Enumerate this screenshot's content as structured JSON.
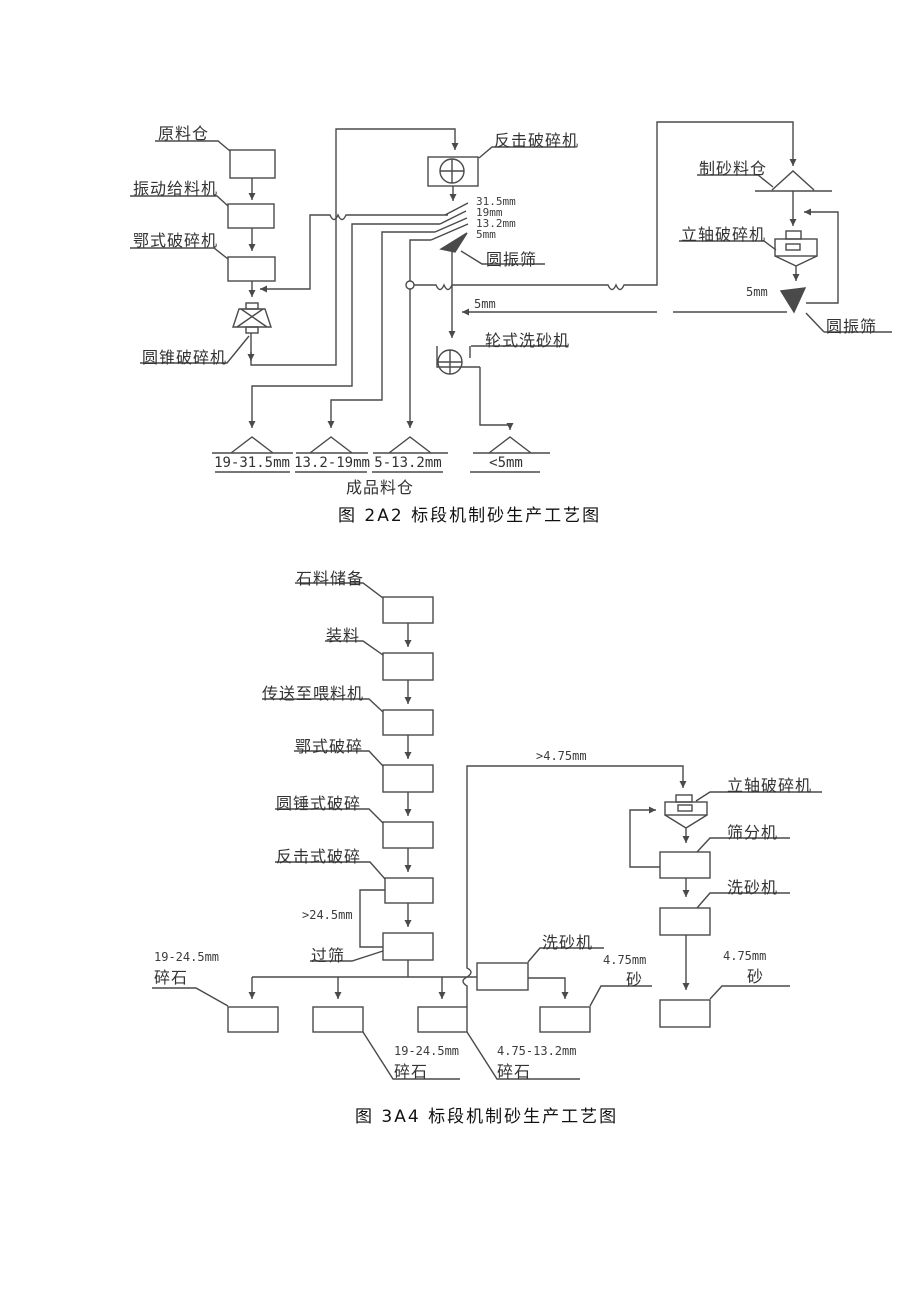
{
  "page": {
    "background": "#ffffff",
    "line_color": "#4a4a4a"
  },
  "figure1": {
    "caption": "图 2A2 标段机制砂生产工艺图",
    "labels": {
      "raw_silo": "原料仓",
      "vibrating_feeder": "振动给料机",
      "jaw_crusher": "鄂式破碎机",
      "cone_crusher": "圆锥破碎机",
      "impact_crusher": "反击破碎机",
      "circular_screen": "圆振筛",
      "wheel_washer": "轮式洗砂机",
      "sand_silo": "制砂料仓",
      "vsi_crusher": "立轴破碎机",
      "circular_screen_right": "圆振筛",
      "product_silo": "成品料仓"
    },
    "screen_sizes": [
      "31.5mm",
      "19mm",
      "13.2mm",
      "5mm"
    ],
    "flow_labels": {
      "undersize_to_washer": "5mm",
      "right_screen_undersize": "5mm"
    },
    "bins": [
      "19-31.5mm",
      "13.2-19mm",
      "5-13.2mm",
      "<5mm"
    ]
  },
  "figure2": {
    "caption": "图 3A4 标段机制砂生产工艺图",
    "steps": {
      "stone_storage": "石料储备",
      "loading": "装料",
      "convey_to_feeder": "传送至喂料机",
      "jaw_crushing": "鄂式破碎",
      "hammer_crushing": "圆锤式破碎",
      "impact_crushing": "反击式破碎",
      "sieving": "过筛",
      "washer_mid": "洗砂机",
      "vsi_crusher": "立轴破碎机",
      "screening_machine": "筛分机",
      "washer_right": "洗砂机"
    },
    "flow_labels": {
      "oversize_recycle": ">24.5mm",
      "oversize_to_vsi": ">4.75mm"
    },
    "outputs": {
      "left": {
        "size": "19-24.5mm",
        "material": "碎石"
      },
      "middle": {
        "size": "19-24.5mm",
        "material": "碎石"
      },
      "third": {
        "size": "4.75-13.2mm",
        "material": "碎石"
      },
      "sand_mid": {
        "size": "4.75mm",
        "material": "砂"
      },
      "sand_right": {
        "size": "4.75mm",
        "material": "砂"
      }
    }
  }
}
